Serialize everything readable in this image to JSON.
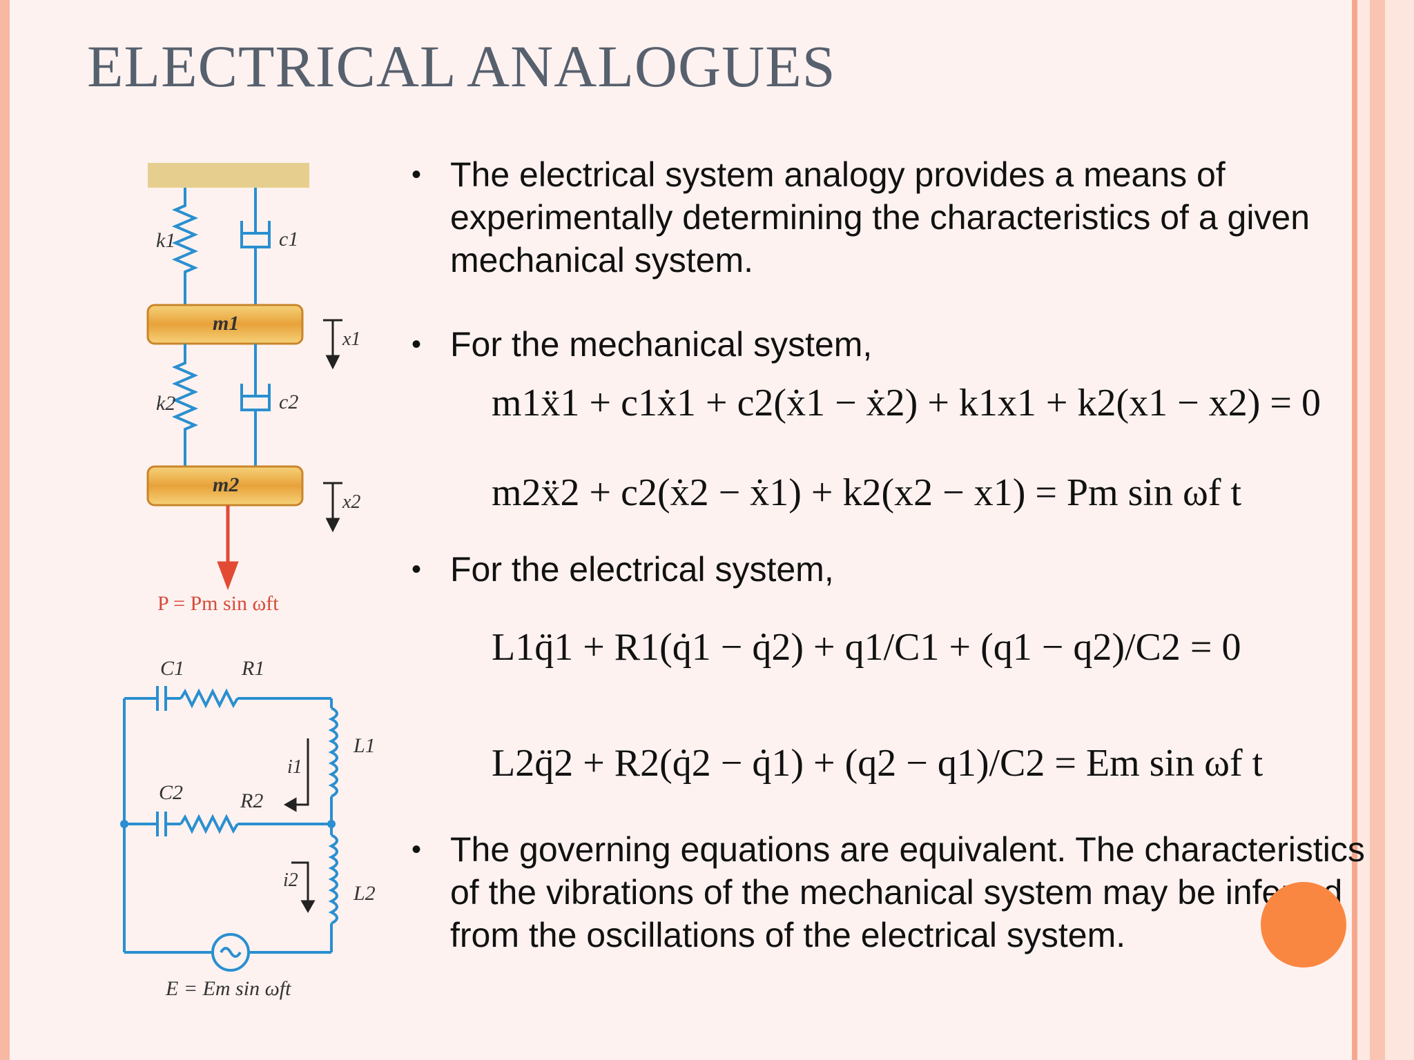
{
  "slide": {
    "title": "ELECTRICAL ANALOGUES",
    "accent_color": "#f7b8a4",
    "dot_color": "#fa8741"
  },
  "figure": {
    "labels": {
      "k1": "k1",
      "c1": "c1",
      "m1": "m1",
      "x1": "x1",
      "k2": "k2",
      "c2": "c2",
      "m2": "m2",
      "x2": "x2",
      "force": "P = Pm sin ωft",
      "C1": "C1",
      "R1": "R1",
      "L1": "L1",
      "i1": "i1",
      "C2": "C2",
      "R2": "R2",
      "L2": "L2",
      "i2": "i2",
      "source": "E = Em sin ωft"
    }
  },
  "bullets": [
    {
      "text": "The electrical system analogy provides a means of experimentally determining the characteristics of a given mechanical system."
    },
    {
      "text": "For the mechanical system,"
    },
    {
      "text": "For the electrical system,"
    },
    {
      "text": "The governing equations are equivalent.  The characteristics of the vibrations of the mechanical system may be inferred from the oscillations of the electrical system."
    }
  ],
  "equations": {
    "mech1": "m1ẍ1 + c1ẋ1 + c2(ẋ1 − ẋ2) + k1x1 + k2(x1 − x2) = 0",
    "mech2": "m2ẍ2 + c2(ẋ2 − ẋ1) + k2(x2 − x1) = Pm sin ωf t",
    "elec1": "L1q̈1 + R1(q̇1 − q̇2) + q1/C1 + (q1 − q2)/C2 = 0",
    "elec2": "L2q̈2 + R2(q̇2 − q̇1) + (q2 − q1)/C2 = Em sin ωf t"
  }
}
